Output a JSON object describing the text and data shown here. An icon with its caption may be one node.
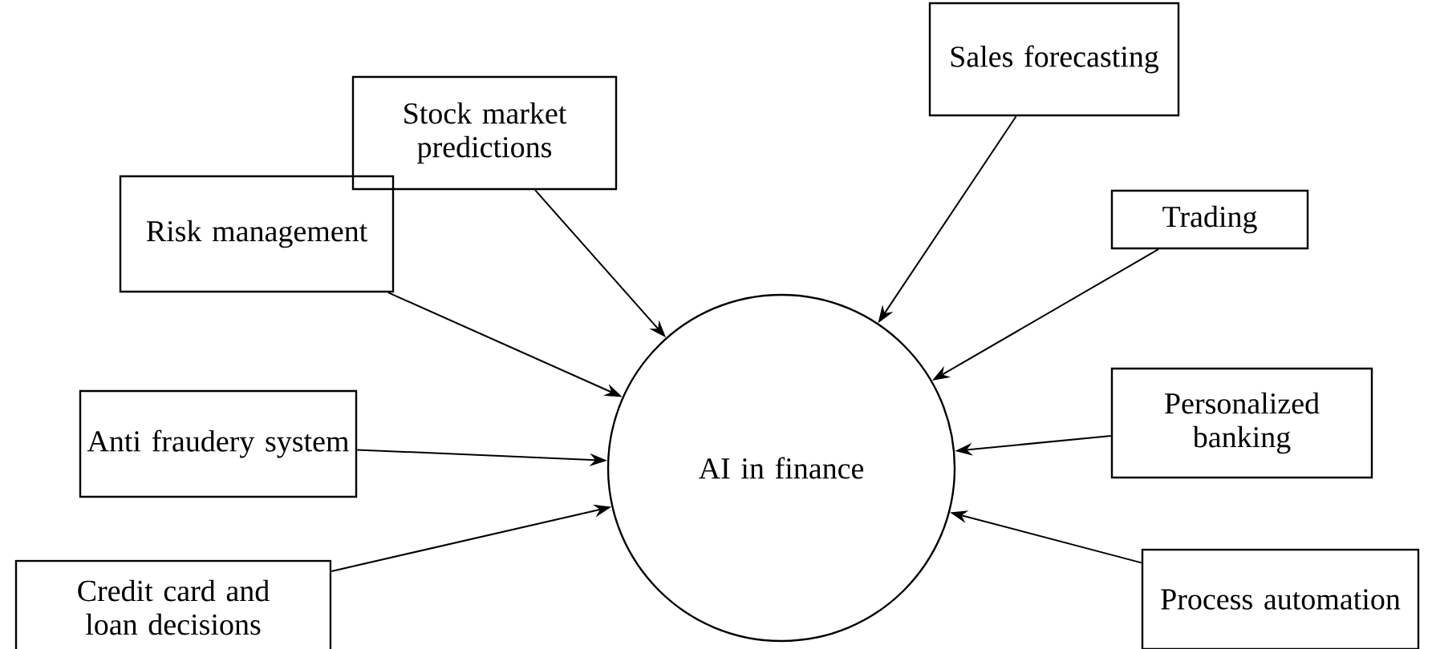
{
  "diagram": {
    "nodes": [
      {
        "text": [
          "Stock market predictions"
        ]
      },
      {
        "text": [
          "Sales forecasting"
        ]
      },
      {
        "text": [
          "Trading"
        ]
      },
      {
        "text": [
          "Risk management"
        ]
      },
      {
        "text": [
          "Personalized banking"
        ]
      },
      {
        "text": [
          "Anti fraudery system"
        ]
      },
      {
        "text": [
          "AI in finance"
        ]
      },
      {
        "text": [
          "Process automation"
        ]
      },
      {
        "text": [
          "Credit card and loan decisions"
        ]
      }
    ],
    "edges": [
      {
        "from": 0,
        "to": 6,
        "arrow": "to"
      },
      {
        "from": 1,
        "to": 6,
        "arrow": "to"
      },
      {
        "from": 2,
        "to": 6,
        "arrow": "to"
      },
      {
        "from": 3,
        "to": 6,
        "arrow": "to"
      },
      {
        "from": 4,
        "to": 6,
        "arrow": "to"
      },
      {
        "from": 5,
        "to": 6,
        "arrow": "to"
      },
      {
        "from": 7,
        "to": 6,
        "arrow": "to"
      },
      {
        "from": 8,
        "to": 6,
        "arrow": "to"
      }
    ]
  }
}
